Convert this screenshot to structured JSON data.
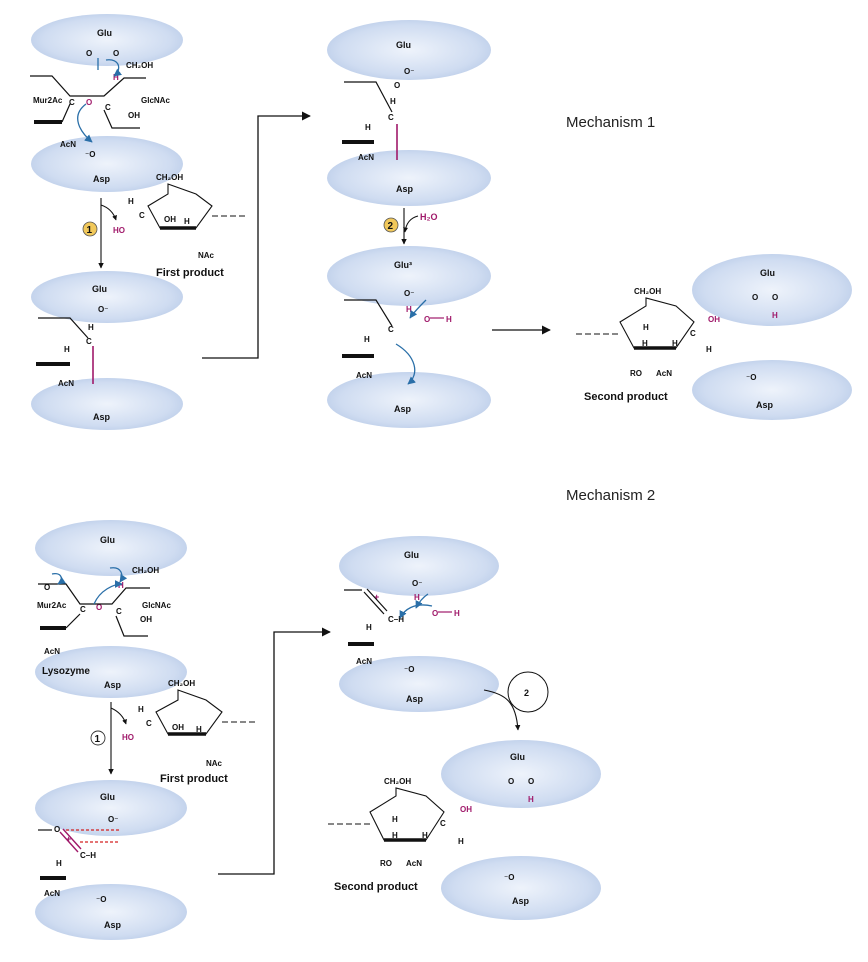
{
  "titles": {
    "mechanism_1": "Mechanism 1",
    "mechanism_2": "Mechanism 2"
  },
  "labels": {
    "glu": "Glu",
    "asp": "Asp",
    "glu3": "Glu³",
    "mur2ac": "Mur2Ac",
    "glcnac": "GlcNAc",
    "acn": "AcN",
    "nac": "NAc",
    "ch2oh": "CH₂OH",
    "h2o": "H₂O",
    "h": "H",
    "o": "O",
    "c": "C",
    "c_h": "C–H",
    "ho": "HO",
    "oh": "OH",
    "ro": "RO",
    "o_minus": "O⁻",
    "minus_o": "⁻O",
    "plus": "+",
    "lysozyme": "Lysozyme",
    "first_product": "First product",
    "second_product": "Second product"
  },
  "steps": {
    "m1_step1": "1",
    "m1_step2": "2",
    "m2_step1": "1",
    "m2_step2": "2"
  },
  "colors": {
    "enzyme_fill": "#c6d7ef",
    "enzyme_stroke": "#a8bedf",
    "arrow_blue": "#2a6fa8",
    "accent_pink": "#a0196a",
    "step_badge": "#f1c85a",
    "dashed_red": "#d42020"
  }
}
